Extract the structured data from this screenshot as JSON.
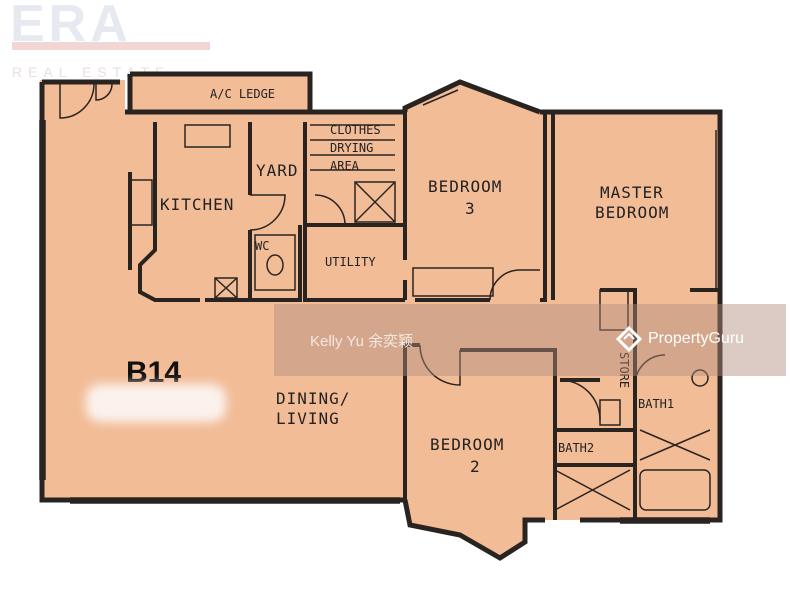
{
  "brand": {
    "logo_text": "ERA",
    "logo_subtext": "REAL ESTATE"
  },
  "unit": {
    "code": "B14"
  },
  "rooms": {
    "ac_ledge": "A/C LEDGE",
    "clothes_drying": [
      "CLOTHES",
      "DRYING",
      "AREA"
    ],
    "yard": "YARD",
    "kitchen": "KITCHEN",
    "wc": "WC",
    "utility": "UTILITY",
    "bedroom3": [
      "BEDROOM",
      "3"
    ],
    "master": [
      "MASTER",
      "BEDROOM"
    ],
    "dining_living": [
      "DINING/",
      "LIVING"
    ],
    "bedroom2": [
      "BEDROOM",
      "2"
    ],
    "store": "STORE",
    "bath1": "BATH1",
    "bath2": "BATH2"
  },
  "watermark": {
    "agent": "Kelly Yu 余奕颖",
    "site": "PropertyGuru"
  },
  "colors": {
    "floor": "#f2bc97",
    "wall": "#2a2420",
    "watermark": "#af8c7d"
  }
}
